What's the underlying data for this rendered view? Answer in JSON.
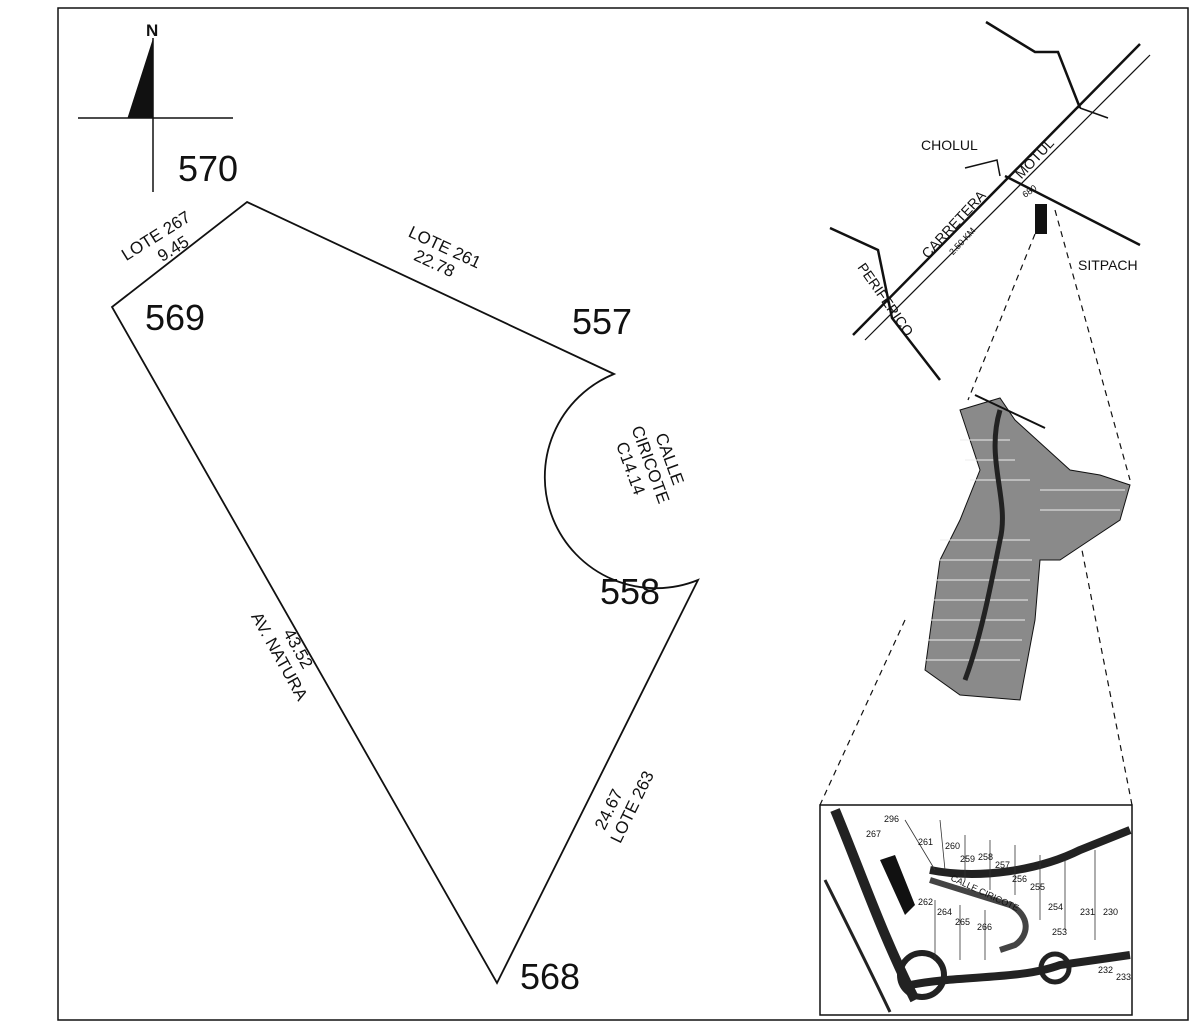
{
  "north": {
    "letter": "N"
  },
  "vertices": {
    "v570": "570",
    "v569": "569",
    "v557": "557",
    "v558": "558",
    "v568": "568"
  },
  "boundaries": {
    "lote267_name": "LOTE 267",
    "lote267_len": "9.45",
    "lote261_name": "LOTE 261",
    "lote261_len": "22.78",
    "calle_name1": "CALLE",
    "calle_name2": "CIRICOTE",
    "calle_len": "C14.14",
    "natura_name": "AV. NATURA",
    "natura_len": "43.52",
    "lote263_name": "LOTE 263",
    "lote263_len": "24.67"
  },
  "location_map": {
    "cholul": "CHOLUL",
    "carretera": "CARRETERA",
    "motul": "MOTUL",
    "km": "2.50 KM",
    "periferico": "PERIFERICO",
    "sitpach": "SITPACH",
    "number": "680"
  },
  "detail_map": {
    "street": "CALLE CIRICOTE",
    "lots": [
      "296",
      "267",
      "261",
      "260",
      "259",
      "258",
      "257",
      "256",
      "255",
      "254",
      "253",
      "262",
      "264",
      "265",
      "266",
      "231",
      "230",
      "232",
      "233"
    ]
  }
}
